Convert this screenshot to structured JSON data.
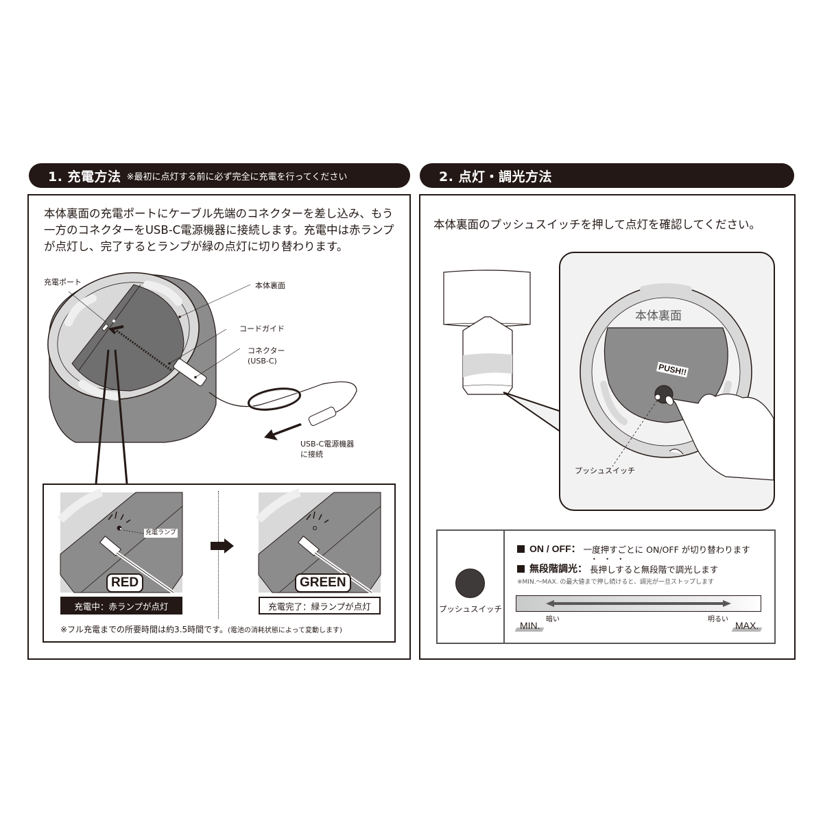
{
  "section1": {
    "title": "1. 充電方法",
    "note": "※最初に点灯する前に必ず完全に充電を行ってください",
    "intro_lines": [
      "本体裏面の充電ポートにケーブル先端のコネクターを差し込み、もう",
      "一方のコネクターをUSB-C電源機器に接続します。充電中は赤ランプ",
      "が点灯し、完了するとランプが緑の点灯に切り替わります。"
    ],
    "callouts": {
      "charge_port": "充電ポート",
      "body_back": "本体裏面",
      "cord_guide": "コードガイド",
      "connector_line1": "コネクター",
      "connector_line2": "(USB-C)",
      "usb_line1": "USB-C電源機器",
      "usb_line2": "に接続"
    },
    "states": [
      {
        "badge": "RED",
        "status": "充電中：赤ランプが点灯",
        "lamp_label": "充電ランプ",
        "style": "dark"
      },
      {
        "badge": "GREEN",
        "status": "充電完了：緑ランプが点灯",
        "style": "light"
      }
    ],
    "footnote_main": "※フル充電までの所要時間は約3.5時間です。",
    "footnote_small": "(電池の消耗状態によって変動します)"
  },
  "section2": {
    "title": "2. 点灯・調光方法",
    "intro": "本体裏面のプッシュスイッチを押して点灯を確認してください。",
    "zoom_panel": {
      "body_back": "本体裏面",
      "push": "PUSH!!",
      "switch_label": "プッシュスイッチ"
    },
    "table": {
      "switch_label": "プッシュスイッチ",
      "rows": [
        {
          "key": "ON / OFF：",
          "value": "一度押すごとに ON/OFF が切り替わります"
        },
        {
          "key": "無段階調光：",
          "value": "長押しすると無段階で調光します"
        }
      ],
      "note": "※MIN.～MAX. の最大値まで押し続けると、調光が一旦ストップします",
      "dim_min": "MIN.",
      "dim_max": "MAX.",
      "dark_label": "暗い",
      "bright_label": "明るい"
    }
  },
  "colors": {
    "ink": "#231815",
    "mid_gray": "#8c8c8c",
    "light_gray": "#d9d9d9",
    "panel_bg": "#f2f2f2"
  }
}
